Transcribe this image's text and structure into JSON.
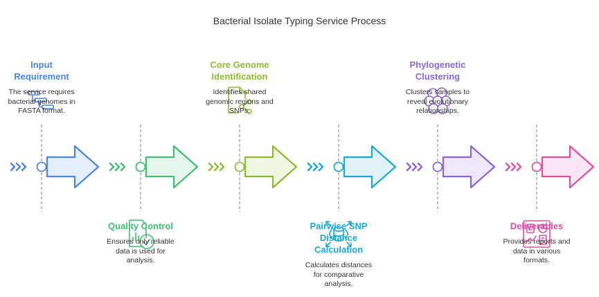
{
  "title": "Bacterial Isolate Typing Service Process",
  "colors": [
    "#4a86e0",
    "#3fbf72",
    "#8cbc2e",
    "#19a8d4",
    "#8a63dc",
    "#de4fa3"
  ],
  "steps": [
    {
      "title_lines": [
        "Input",
        "Requirement"
      ],
      "desc_lines": [
        "The service requires",
        "bacterial genomes in",
        "FASTA format."
      ],
      "icon": "flowchart-icon"
    },
    {
      "title_lines": [
        "Quality Control"
      ],
      "desc_lines": [
        "Ensures only reliable",
        "data is used for",
        "analysis."
      ],
      "icon": "document-check-icon"
    },
    {
      "title_lines": [
        "Core Genome",
        "Identification"
      ],
      "desc_lines": [
        "Identifies shared",
        "genomic regions and",
        "SNPs."
      ],
      "icon": "file-share-icon"
    },
    {
      "title_lines": [
        "Pairwise SNP",
        "Distance",
        "Calculation"
      ],
      "desc_lines": [
        "Calculates distances",
        "for comparative",
        "analysis."
      ],
      "icon": "database-expand-icon"
    },
    {
      "title_lines": [
        "Phylogenetic",
        "Clustering"
      ],
      "desc_lines": [
        "Clusters samples to",
        "reveal evolutionary",
        "relationships."
      ],
      "icon": "cluster-icon"
    },
    {
      "title_lines": [
        "Deliverables"
      ],
      "desc_lines": [
        "Provides reports and",
        "data in various",
        "formats."
      ],
      "icon": "report-dashboard-icon"
    }
  ]
}
